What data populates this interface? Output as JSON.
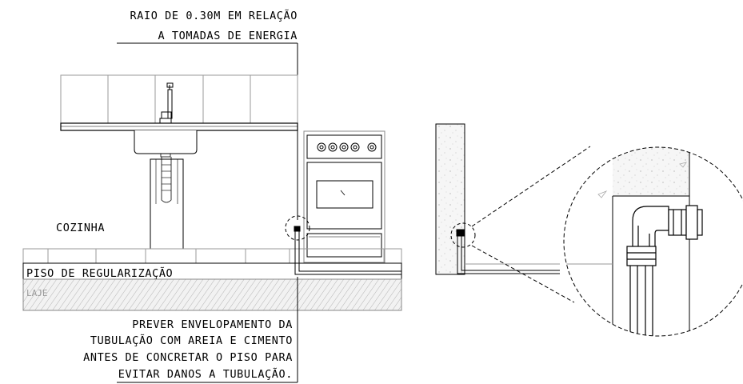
{
  "annotations": {
    "raio_line1": "RAIO DE 0.30M EM RELAÇÃO",
    "raio_line2": "A TOMADAS DE ENERGIA",
    "room_label": "COZINHA",
    "floor_label": "PISO DE REGULARIZAÇÃO",
    "slab_label": "LAJE",
    "note_line1": "PREVER ENVELOPAMENTO DA",
    "note_line2": "TUBULAÇÃO COM AREIA E CIMENTO",
    "note_line3": "ANTES DE CONCRETAR O PISO PARA",
    "note_line4": "EVITAR DANOS A TUBULAÇÃO."
  }
}
